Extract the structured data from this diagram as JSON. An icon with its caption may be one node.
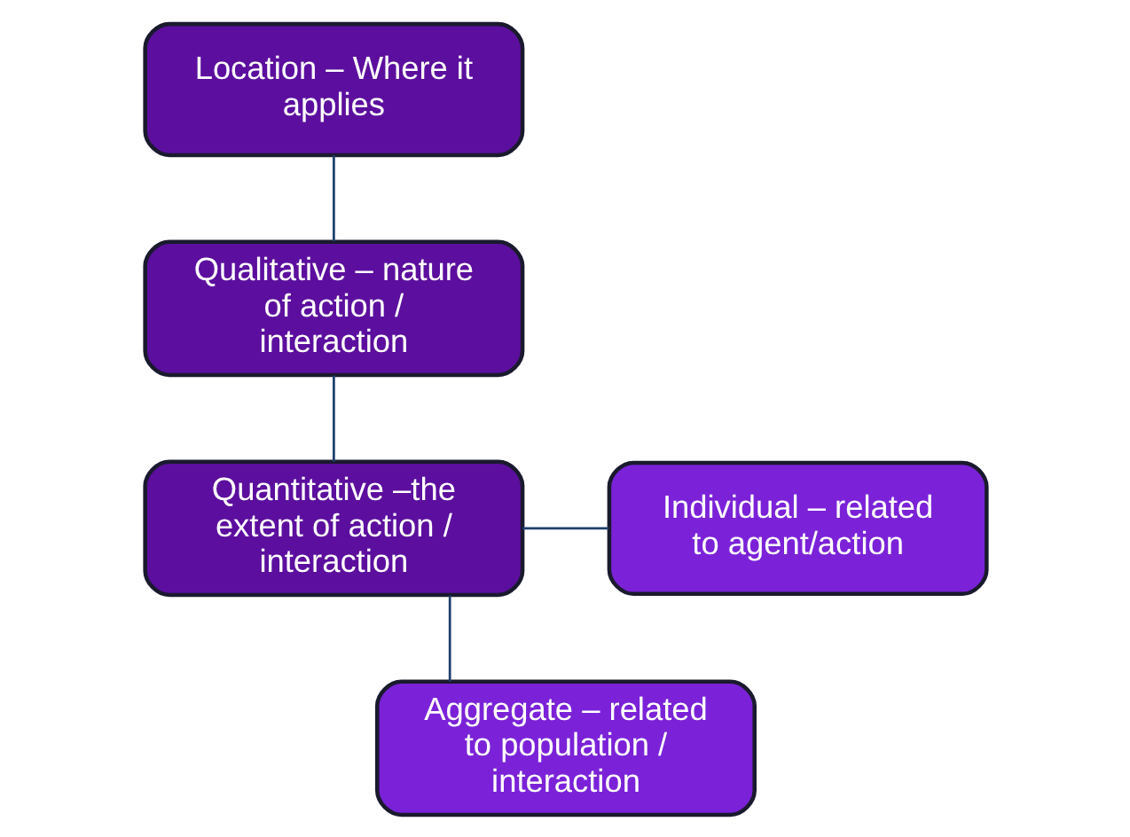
{
  "diagram": {
    "nodes": [
      {
        "text": [
          "Location – Where it applies"
        ]
      },
      {
        "text": [
          "Qualitative – nature of action / interaction"
        ]
      },
      {
        "text": [
          "Quantitative –the extent of action / interaction"
        ]
      },
      {
        "text": [
          "Individual – related to agent/action"
        ]
      },
      {
        "text": [
          "Aggregate – related to population / interaction"
        ]
      }
    ],
    "edges": [
      {
        "from": 0,
        "to": 1,
        "arrow": "none"
      },
      {
        "from": 1,
        "to": 2,
        "arrow": "none"
      },
      {
        "from": 2,
        "to": 3,
        "arrow": "none"
      },
      {
        "from": 2,
        "to": 4,
        "arrow": "none"
      }
    ]
  }
}
